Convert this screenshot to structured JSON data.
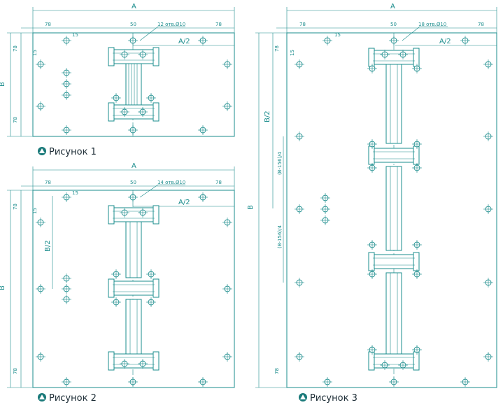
{
  "captions": {
    "fig1": "Рисунок 1",
    "fig2": "Рисунок 2",
    "fig3": "Рисунок 3"
  },
  "dims": {
    "A": "A",
    "B": "B",
    "A_half": "A/2",
    "B_half": "B/2",
    "d78": "78",
    "d50": "50",
    "d15": "15",
    "d78v": "78",
    "d15v": "15",
    "holes1": "12 отв.Ø10",
    "holes2": "14 отв.Ø10",
    "holes3": "18 отв.Ø10",
    "seg3": "(B-156)/4"
  },
  "colors": {
    "line": "#1a8c8c",
    "caption": "#1a2a33",
    "badge": "#1a7a7a"
  },
  "icons": {
    "badge": "triangle-badge-icon",
    "hole": "mounting-hole-icon"
  }
}
